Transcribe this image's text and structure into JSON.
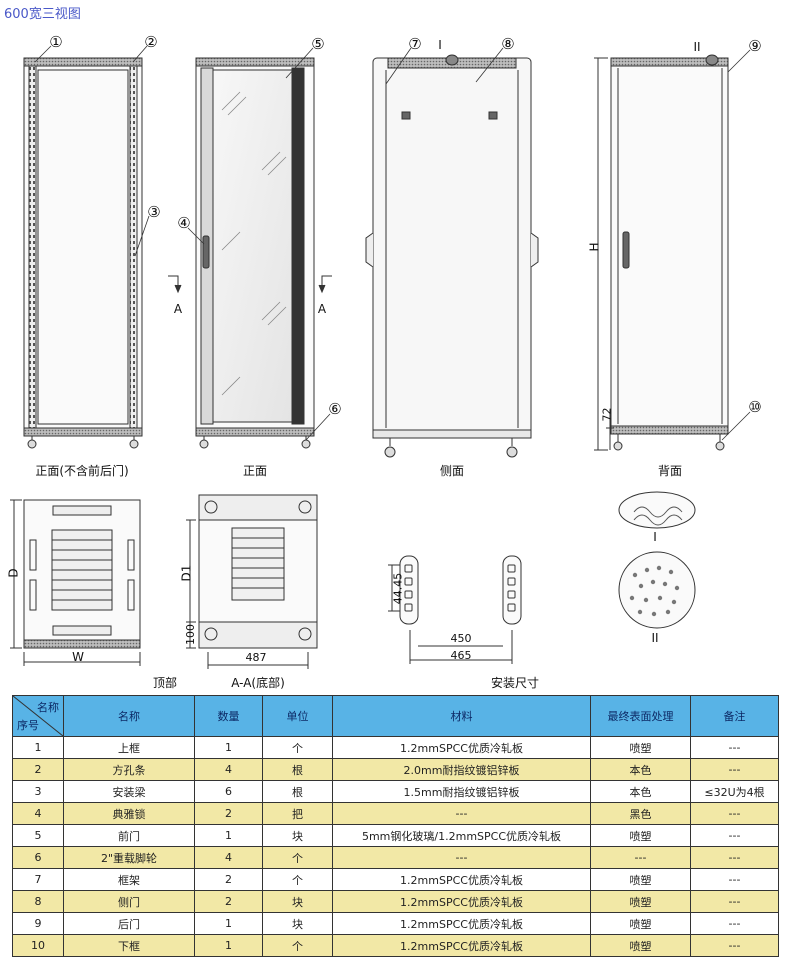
{
  "title": "600宽三视图",
  "views": {
    "front_no_door": "正面(不含前后门)",
    "front": "正面",
    "side": "侧面",
    "back": "背面",
    "top": "顶部",
    "section": "A-A(底部)",
    "install": "安装尺寸",
    "detail_i": "I",
    "detail_ii": "II"
  },
  "callouts": [
    "①",
    "②",
    "③",
    "④",
    "⑤",
    "⑥",
    "⑦",
    "⑧",
    "⑨",
    "⑩"
  ],
  "markers": {
    "section": "A",
    "detail_i": "I",
    "detail_ii": "II"
  },
  "dimensions": {
    "H": "H",
    "h72": "72",
    "D": "D",
    "W": "W",
    "D1": "D1",
    "d100": "100",
    "d487": "487",
    "pitch": "44.45",
    "d450": "450",
    "d465": "465"
  },
  "table": {
    "corner_top": "名称",
    "corner_bottom": "序号",
    "headers": [
      "名称",
      "数量",
      "单位",
      "材料",
      "最终表面处理",
      "备注"
    ],
    "rows": [
      [
        "1",
        "上框",
        "1",
        "个",
        "1.2mmSPCC优质冷轧板",
        "喷塑",
        "---"
      ],
      [
        "2",
        "方孔条",
        "4",
        "根",
        "2.0mm耐指纹镀铝锌板",
        "本色",
        "---"
      ],
      [
        "3",
        "安装梁",
        "6",
        "根",
        "1.5mm耐指纹镀铝锌板",
        "本色",
        "≤32U为4根"
      ],
      [
        "4",
        "典雅锁",
        "2",
        "把",
        "---",
        "黑色",
        "---"
      ],
      [
        "5",
        "前门",
        "1",
        "块",
        "5mm钢化玻璃/1.2mmSPCC优质冷轧板",
        "喷塑",
        "---"
      ],
      [
        "6",
        "2\"重载脚轮",
        "4",
        "个",
        "---",
        "---",
        "---"
      ],
      [
        "7",
        "框架",
        "2",
        "个",
        "1.2mmSPCC优质冷轧板",
        "喷塑",
        "---"
      ],
      [
        "8",
        "侧门",
        "2",
        "块",
        "1.2mmSPCC优质冷轧板",
        "喷塑",
        "---"
      ],
      [
        "9",
        "后门",
        "1",
        "块",
        "1.2mmSPCC优质冷轧板",
        "喷塑",
        "---"
      ],
      [
        "10",
        "下框",
        "1",
        "个",
        "1.2mmSPCC优质冷轧板",
        "喷塑",
        "---"
      ]
    ]
  }
}
